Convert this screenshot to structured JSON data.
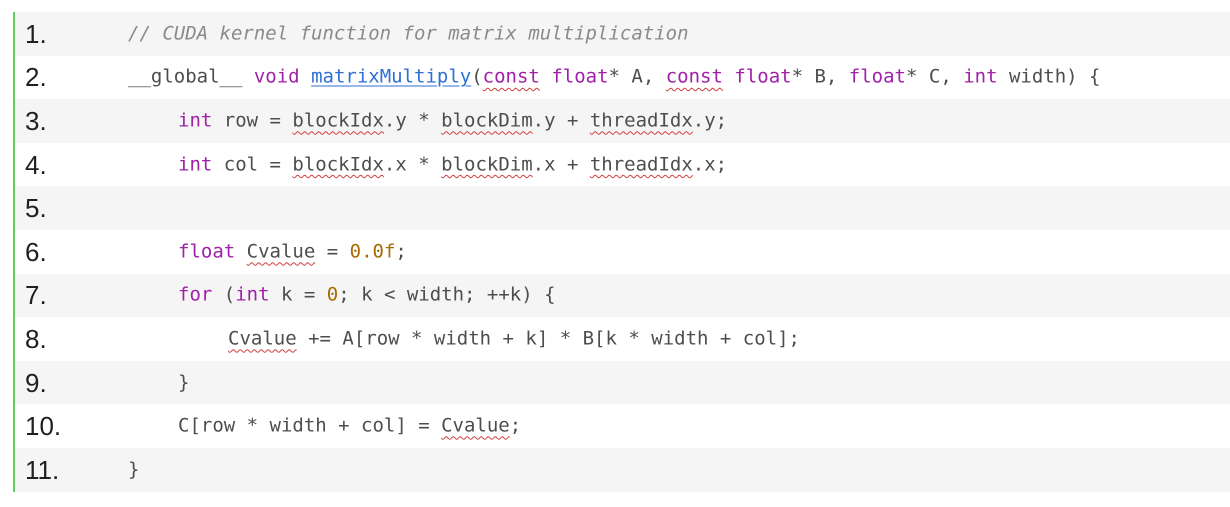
{
  "code_block": {
    "lines": [
      {
        "number": "1.",
        "indent": 0,
        "tokens": [
          {
            "text": "// CUDA kernel function for matrix multiplication",
            "type": "comment",
            "squiggle": false
          }
        ]
      },
      {
        "number": "2.",
        "indent": 0,
        "tokens": [
          {
            "text": "__global__ ",
            "type": "plain",
            "squiggle": false
          },
          {
            "text": "void",
            "type": "kw",
            "squiggle": false
          },
          {
            "text": " ",
            "type": "plain",
            "squiggle": false
          },
          {
            "text": "matrixMultiply",
            "type": "fn",
            "squiggle": false
          },
          {
            "text": "(",
            "type": "plain",
            "squiggle": false
          },
          {
            "text": "const",
            "type": "kw",
            "squiggle": true
          },
          {
            "text": " ",
            "type": "plain",
            "squiggle": false
          },
          {
            "text": "float",
            "type": "kw",
            "squiggle": false
          },
          {
            "text": "* A, ",
            "type": "plain",
            "squiggle": false
          },
          {
            "text": "const",
            "type": "kw",
            "squiggle": true
          },
          {
            "text": " ",
            "type": "plain",
            "squiggle": false
          },
          {
            "text": "float",
            "type": "kw",
            "squiggle": false
          },
          {
            "text": "* B, ",
            "type": "plain",
            "squiggle": false
          },
          {
            "text": "float",
            "type": "kw",
            "squiggle": false
          },
          {
            "text": "* C, ",
            "type": "plain",
            "squiggle": false
          },
          {
            "text": "int",
            "type": "kw",
            "squiggle": false
          },
          {
            "text": " width) {",
            "type": "plain",
            "squiggle": false
          }
        ]
      },
      {
        "number": "3.",
        "indent": 1,
        "tokens": [
          {
            "text": "int",
            "type": "kw",
            "squiggle": false
          },
          {
            "text": " row = ",
            "type": "plain",
            "squiggle": false
          },
          {
            "text": "blockIdx",
            "type": "plain",
            "squiggle": true
          },
          {
            "text": ".y * ",
            "type": "plain",
            "squiggle": false
          },
          {
            "text": "blockDim",
            "type": "plain",
            "squiggle": true
          },
          {
            "text": ".y + ",
            "type": "plain",
            "squiggle": false
          },
          {
            "text": "threadIdx",
            "type": "plain",
            "squiggle": true
          },
          {
            "text": ".y;",
            "type": "plain",
            "squiggle": false
          }
        ]
      },
      {
        "number": "4.",
        "indent": 1,
        "tokens": [
          {
            "text": "int",
            "type": "kw",
            "squiggle": false
          },
          {
            "text": " col = ",
            "type": "plain",
            "squiggle": false
          },
          {
            "text": "blockIdx",
            "type": "plain",
            "squiggle": true
          },
          {
            "text": ".x * ",
            "type": "plain",
            "squiggle": false
          },
          {
            "text": "blockDim",
            "type": "plain",
            "squiggle": true
          },
          {
            "text": ".x + ",
            "type": "plain",
            "squiggle": false
          },
          {
            "text": "threadIdx",
            "type": "plain",
            "squiggle": true
          },
          {
            "text": ".x;",
            "type": "plain",
            "squiggle": false
          }
        ]
      },
      {
        "number": "5.",
        "indent": 1,
        "tokens": []
      },
      {
        "number": "6.",
        "indent": 1,
        "tokens": [
          {
            "text": "float",
            "type": "kw",
            "squiggle": false
          },
          {
            "text": " ",
            "type": "plain",
            "squiggle": false
          },
          {
            "text": "Cvalue",
            "type": "plain",
            "squiggle": true
          },
          {
            "text": " = ",
            "type": "plain",
            "squiggle": false
          },
          {
            "text": "0.0f",
            "type": "num",
            "squiggle": false
          },
          {
            "text": ";",
            "type": "plain",
            "squiggle": false
          }
        ]
      },
      {
        "number": "7.",
        "indent": 1,
        "tokens": [
          {
            "text": "for",
            "type": "kw",
            "squiggle": false
          },
          {
            "text": " (",
            "type": "plain",
            "squiggle": false
          },
          {
            "text": "int",
            "type": "kw",
            "squiggle": false
          },
          {
            "text": " k = ",
            "type": "plain",
            "squiggle": false
          },
          {
            "text": "0",
            "type": "num",
            "squiggle": false
          },
          {
            "text": "; k < width; ++k) {",
            "type": "plain",
            "squiggle": false
          }
        ]
      },
      {
        "number": "8.",
        "indent": 2,
        "tokens": [
          {
            "text": "Cvalue",
            "type": "plain",
            "squiggle": true
          },
          {
            "text": " += A[row * width + k] * B[k * width + col];",
            "type": "plain",
            "squiggle": false
          }
        ]
      },
      {
        "number": "9.",
        "indent": 1,
        "tokens": [
          {
            "text": "}",
            "type": "plain",
            "squiggle": false
          }
        ]
      },
      {
        "number": "10.",
        "indent": 1,
        "tokens": [
          {
            "text": "C[row * width + col] = ",
            "type": "plain",
            "squiggle": false
          },
          {
            "text": "Cvalue",
            "type": "plain",
            "squiggle": true
          },
          {
            "text": ";",
            "type": "plain",
            "squiggle": false
          }
        ]
      },
      {
        "number": "11.",
        "indent": 0,
        "tokens": [
          {
            "text": "}",
            "type": "plain",
            "squiggle": false
          }
        ]
      }
    ]
  },
  "colors": {
    "keyword": "#a020a8",
    "function": "#2f6fd6",
    "number": "#a86b00",
    "comment": "#8a8a8a",
    "plain": "#4d4d4d",
    "gutter_border": "#5fcf5f",
    "stripe": "#f5f5f5",
    "spellcheck": "#d43d3d"
  }
}
